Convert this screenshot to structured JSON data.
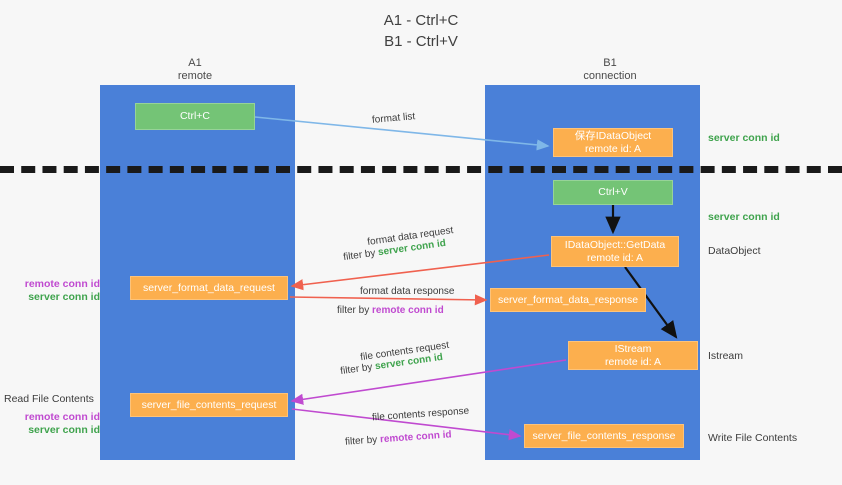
{
  "title": {
    "line1": "A1 - Ctrl+C",
    "line2": "B1 - Ctrl+V"
  },
  "columns": {
    "left": {
      "name": "A1",
      "role": "remote"
    },
    "right": {
      "name": "B1",
      "role": "connection"
    }
  },
  "boxes": {
    "ctrl_c": {
      "label": "Ctrl+C",
      "color": "#74c476"
    },
    "save_idataobject": {
      "line1": "保存IDataObject",
      "line2": "remote id: A",
      "color": "#fcaf4e"
    },
    "ctrl_v": {
      "label": "Ctrl+V",
      "color": "#74c476"
    },
    "getdata": {
      "line1": "IDataObject::GetData",
      "line2": "remote id: A",
      "color": "#fcaf4e"
    },
    "server_format_data_request": {
      "label": "server_format_data_request",
      "color": "#fcaf4e"
    },
    "server_format_data_response": {
      "label": "server_format_data_response",
      "color": "#fcaf4e"
    },
    "istream": {
      "line1": "IStream",
      "line2": "remote id: A",
      "color": "#fcaf4e"
    },
    "server_file_contents_request": {
      "label": "server_file_contents_request",
      "color": "#fcaf4e"
    },
    "server_file_contents_response": {
      "label": "server_file_contents_response",
      "color": "#fcaf4e"
    }
  },
  "edge_labels": {
    "format_list": "format list",
    "format_data_request": "format data request",
    "format_data_request_filter_prefix": "filter by ",
    "format_data_request_filter_value": "server conn id",
    "format_data_response": "format data response",
    "format_data_response_filter_prefix": "filter by ",
    "format_data_response_filter_value": "remote conn id",
    "file_contents_request": "file contents request",
    "file_contents_request_filter_prefix": "filter by ",
    "file_contents_request_filter_value": "server conn id",
    "file_contents_response": "file contents response",
    "file_contents_response_filter_prefix": "filter by ",
    "file_contents_response_filter_value": "remote conn id"
  },
  "right_notes": {
    "server_conn_id_top": "server conn id",
    "server_conn_id_mid": "server conn id",
    "dataobject": "DataObject",
    "istream": "Istream",
    "write_file_contents": "Write File Contents"
  },
  "left_notes": {
    "remote_conn_id_1": "remote conn id",
    "server_conn_id_1": "server conn id",
    "read_file_contents": "Read File Contents",
    "remote_conn_id_2": "remote conn id",
    "server_conn_id_2": "server conn id"
  },
  "colors": {
    "lane": "#4a80d8",
    "green_box": "#74c476",
    "orange_box": "#fcaf4e",
    "server_conn_id": "#3fa34d",
    "remote_conn_id": "#c04ad0",
    "arrow_blue": "#7fb7e8",
    "arrow_red": "#f0614f",
    "arrow_magenta": "#c04ad0",
    "arrow_black": "#111111",
    "background": "#f7f7f7"
  }
}
